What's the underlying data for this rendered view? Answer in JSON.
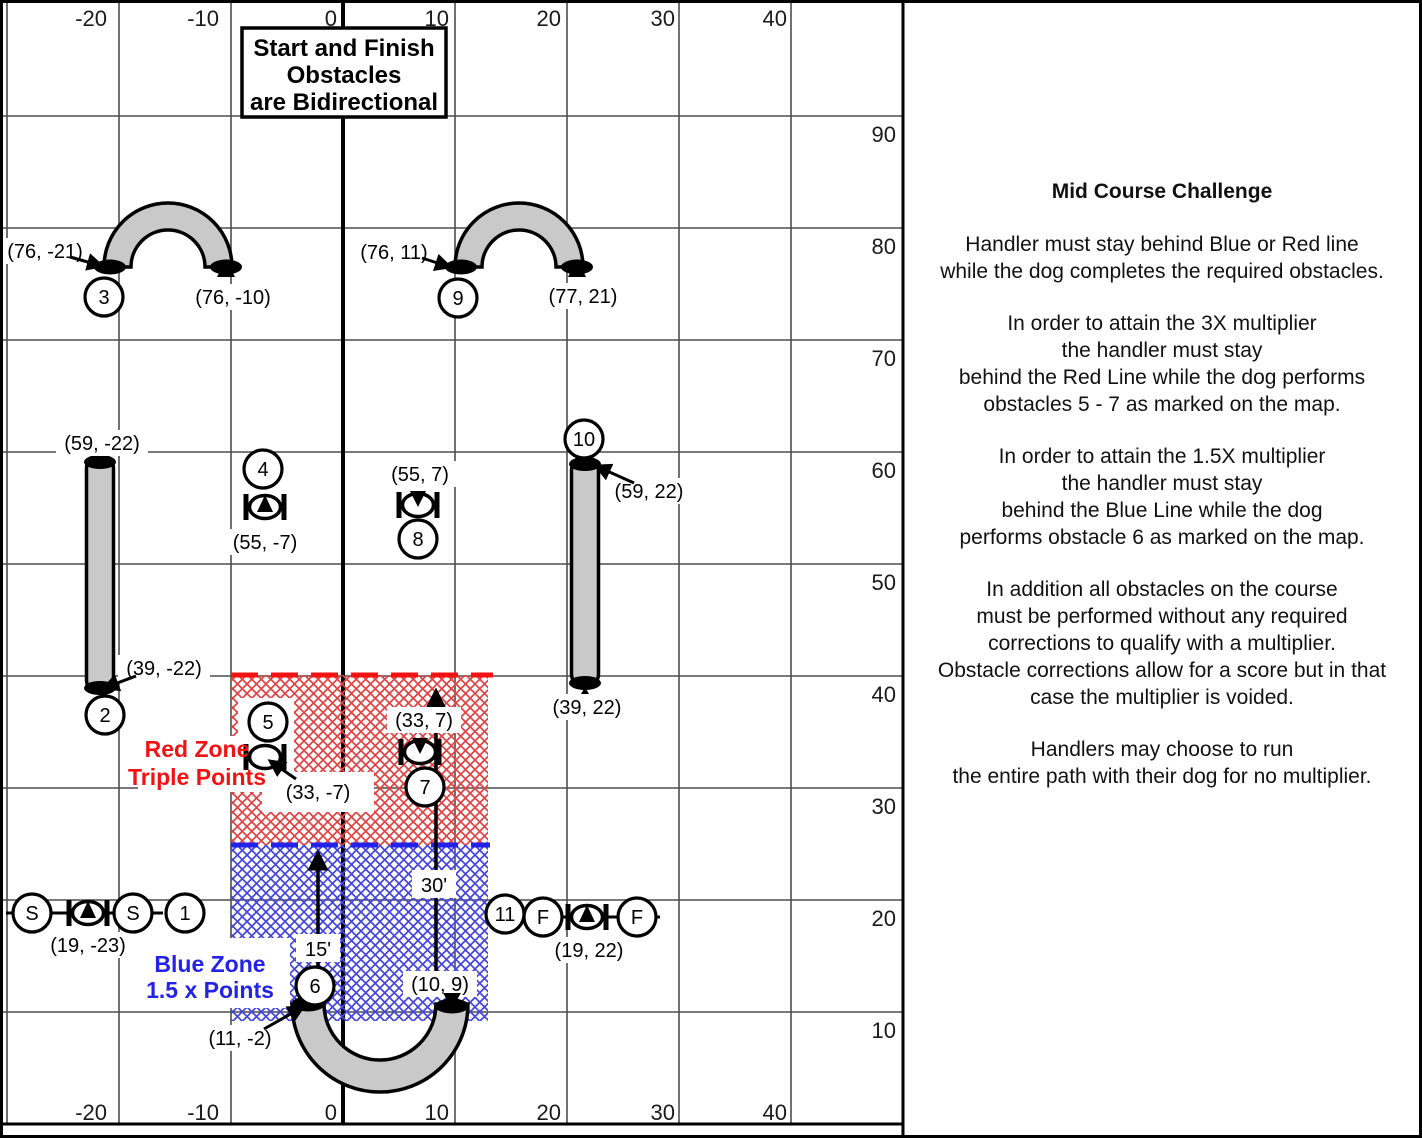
{
  "note_box": {
    "lines": [
      "Start and Finish",
      "Obstacles",
      "are Bidirectional"
    ]
  },
  "axes": {
    "top": [
      "-20",
      "-10",
      "0",
      "10",
      "20",
      "30",
      "40"
    ],
    "bottom": [
      "-20",
      "-10",
      "0",
      "10",
      "20",
      "30",
      "40"
    ],
    "right": [
      "90",
      "80",
      "70",
      "60",
      "50",
      "40",
      "30",
      "20",
      "10"
    ]
  },
  "obstacles": [
    "S",
    "S",
    "1",
    "2",
    "3",
    "4",
    "5",
    "6",
    "7",
    "8",
    "9",
    "10",
    "11",
    "F",
    "F"
  ],
  "coord_labels": [
    "(76, -21)",
    "(76, -10)",
    "(76, 11)",
    "(77, 21)",
    "(59, -22)",
    "(39, -22)",
    "(59, 22)",
    "(39, 22)",
    "(55, -7)",
    "(55, 7)",
    "(33, -7)",
    "(33, 7)",
    "(19, -23)",
    "(19, 22)",
    "(11, -2)",
    "(10, 9)"
  ],
  "measurements": {
    "m15": "15'",
    "m30": "30'"
  },
  "zones": {
    "red": {
      "line1": "Red Zone",
      "line2": "Triple Points",
      "color": "#f21212"
    },
    "blue": {
      "line1": "Blue Zone",
      "line2": "1.5 x Points",
      "color": "#2222e8"
    }
  },
  "panel": {
    "title": "Mid Course Challenge",
    "paragraphs": [
      {
        "lines": [
          "Handler must stay behind Blue or Red line",
          "while the dog completes the required obstacles."
        ]
      },
      {
        "lines": [
          "In order to attain the 3X multiplier",
          "the handler must stay",
          "behind the Red Line while the dog performs",
          "obstacles 5 - 7 as marked on the map."
        ]
      },
      {
        "lines": [
          "In order to attain the 1.5X multiplier",
          "the handler must stay",
          "behind the Blue Line while the dog",
          "performs obstacle 6 as marked on the map."
        ]
      },
      {
        "lines": [
          "In addition all obstacles on the course",
          "must be performed without any required",
          "corrections to qualify with a multiplier.",
          "Obstacle corrections allow for a score but in that",
          "case the multiplier is voided."
        ]
      },
      {
        "lines": [
          "Handlers may choose to run",
          "the entire path with their dog for no multiplier."
        ]
      }
    ]
  }
}
